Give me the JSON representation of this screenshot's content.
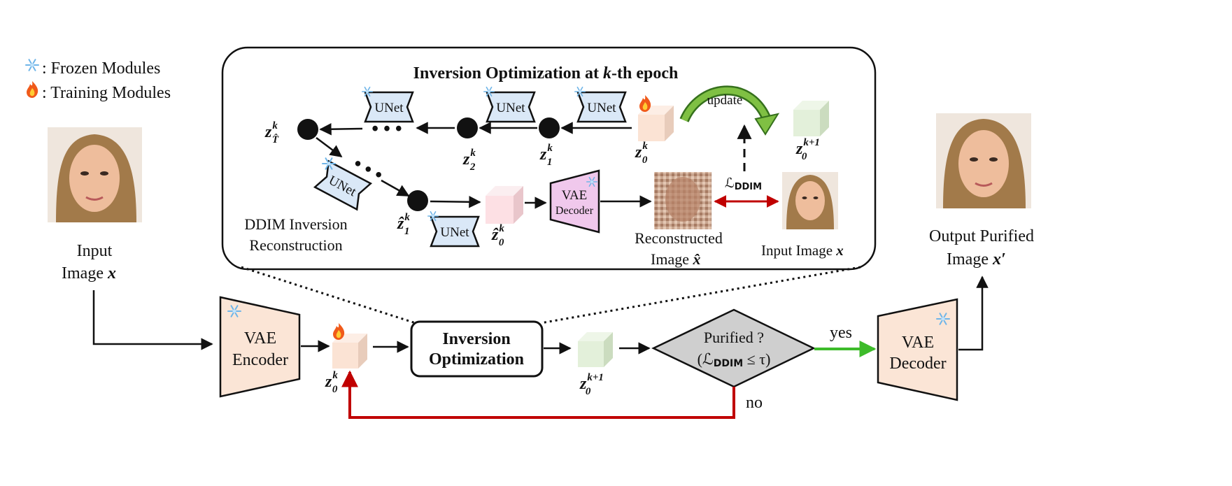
{
  "legend": {
    "frozen_label": ": Frozen Modules",
    "training_label": ": Training Modules"
  },
  "input": {
    "line1": "Input",
    "line2": "Image ",
    "var": "x"
  },
  "output": {
    "line1": "Output Purified",
    "line2": "Image ",
    "var": "x′"
  },
  "inset": {
    "title_prefix": "Inversion Optimization at ",
    "title_k": "k",
    "title_suffix": "-th epoch",
    "unet_label": "UNet",
    "vae_decoder_line1": "VAE",
    "vae_decoder_line2": "Decoder",
    "update_label": "update",
    "loss_label": "ℒ",
    "loss_sub": "DDIM",
    "ddim_line1": "DDIM Inversion",
    "ddim_line2": "Reconstruction",
    "recon_line1": "Reconstructed",
    "recon_line2": "Image ",
    "recon_var": "x̂",
    "input_img_label": "Input Image ",
    "input_img_var": "x",
    "z_T_base": "z",
    "z_T_sup": "k",
    "z_T_sub": "T̂",
    "z2_base": "z",
    "z2_sup": "k",
    "z2_sub": "2",
    "z1_base": "z",
    "z1_sup": "k",
    "z1_sub": "1",
    "z0_base": "z",
    "z0_sup": "k",
    "z0_sub": "0",
    "z0n_base": "z",
    "z0n_sup": "k+1",
    "z0n_sub": "0",
    "zh1_base": "ẑ",
    "zh1_sup": "k",
    "zh1_sub": "1",
    "zh0_base": "ẑ",
    "zh0_sup": "k",
    "zh0_sub": "0"
  },
  "pipeline": {
    "vae_encoder_line1": "VAE",
    "vae_encoder_line2": "Encoder",
    "inv_opt_line1": "Inversion",
    "inv_opt_line2": "Optimization",
    "decision_line1": "Purified ?",
    "decision_line2_pre": "(ℒ",
    "decision_line2_sub": "DDIM",
    "decision_line2_post": " ≤ τ)",
    "yes_label": "yes",
    "no_label": "no",
    "vae_decoder_line1": "VAE",
    "vae_decoder_line2": "Decoder",
    "z0_base": "z",
    "z0_sup": "k",
    "z0_sub": "0",
    "z0n_base": "z",
    "z0n_sup": "k+1",
    "z0n_sub": "0"
  },
  "colors": {
    "vae_fill": "#fbe5d6",
    "unet_fill": "#dae8f7",
    "decoder_inset_fill": "#f0c8ec",
    "latent_train": "#fbe3d4",
    "latent_next": "#e3f0da",
    "latent_recon": "#fde0e4",
    "decision_fill": "#cfcfcf",
    "yes_arrow": "#3dbb2a",
    "no_arrow": "#c00000",
    "update_arrow": "#4a8a2a"
  }
}
